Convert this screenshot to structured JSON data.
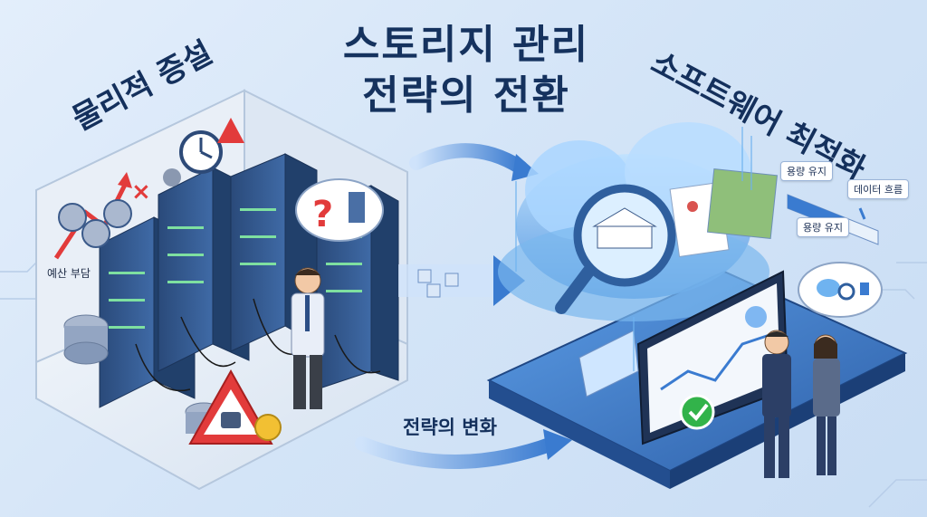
{
  "title": {
    "line1": "스토리지 관리",
    "line2": "전략의 전환"
  },
  "left_label": "물리적 증설",
  "right_label": "소프트웨어 최적화",
  "middle_label": "전략의 변화",
  "budget_label": "예산 부담",
  "ui_chips": {
    "chip1": "용량 유지",
    "chip2": "데이터 흐름",
    "chip3": "용량 유지"
  },
  "colors": {
    "title": "#15325e",
    "server": "#2c4a78",
    "cloud": "#6fb3f0",
    "warning": "#e23b3b",
    "check": "#32b34a"
  }
}
